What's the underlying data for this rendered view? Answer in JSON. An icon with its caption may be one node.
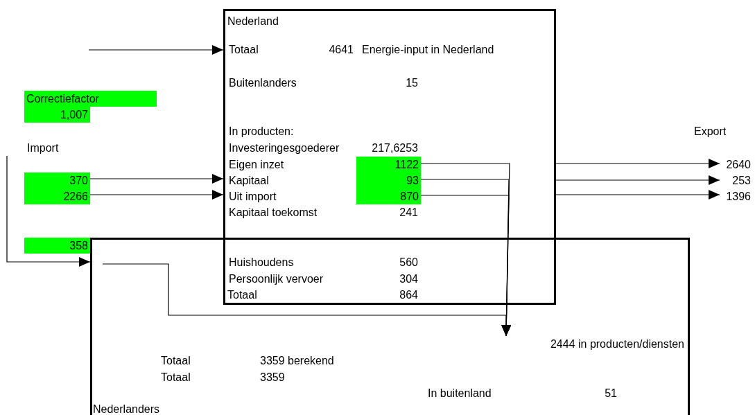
{
  "diagram": {
    "nodes": [
      {
        "text": [
          "Nederland"
        ]
      },
      {
        "text": [
          "Nederlanders"
        ]
      },
      {
        "text": [
          "370"
        ]
      },
      {
        "text": [
          "2266"
        ]
      },
      {
        "text": [
          "358"
        ]
      },
      {
        "text": [
          "Import"
        ]
      },
      {
        "text": [
          "1122"
        ],
        "in": 0
      },
      {
        "text": [
          "93"
        ],
        "in": 0
      },
      {
        "text": [
          "870"
        ],
        "in": 0
      },
      {
        "text": [
          "2444 in producten/diensten"
        ],
        "in": 1
      },
      {
        "text": [
          "2640"
        ]
      },
      {
        "text": [
          "253"
        ]
      },
      {
        "text": [
          "1396"
        ]
      },
      {
        "text": [
          "Correctiefactor"
        ]
      },
      {
        "text": [
          "1,007"
        ]
      }
    ],
    "edges": [
      {
        "from": null,
        "to": 0,
        "arrow": "to"
      },
      {
        "from": 2,
        "to": 0,
        "arrow": "to"
      },
      {
        "from": 3,
        "to": 0,
        "arrow": "to"
      },
      {
        "from": 5,
        "to": 1,
        "arrow": "to"
      },
      {
        "from": 6,
        "to": 9,
        "arrow": "to"
      },
      {
        "from": 7,
        "to": 9,
        "arrow": "to"
      },
      {
        "from": 8,
        "to": 9,
        "arrow": "to"
      },
      {
        "from": null,
        "to": 9,
        "arrow": "to"
      },
      {
        "from": 0,
        "to": 10,
        "arrow": "to"
      },
      {
        "from": 0,
        "to": 11,
        "arrow": "to"
      },
      {
        "from": 0,
        "to": 12,
        "arrow": "to"
      }
    ],
    "labels": [
      "Totaal",
      "4641",
      "Energie-input in Nederland",
      "Buitenlanders",
      "15",
      "In producten:",
      "Export",
      "Investeringesgoederer",
      "217,6253",
      "Eigen inzet",
      "Kapitaal",
      "Uit import",
      "Kapitaal toekomst",
      "241",
      "Huishoudens",
      "560",
      "Persoonlijk vervoer",
      "304",
      "Totaal",
      "864",
      "Totaal",
      "3359 berekend",
      "Totaal",
      "3359",
      "In buitenland",
      "51"
    ]
  }
}
